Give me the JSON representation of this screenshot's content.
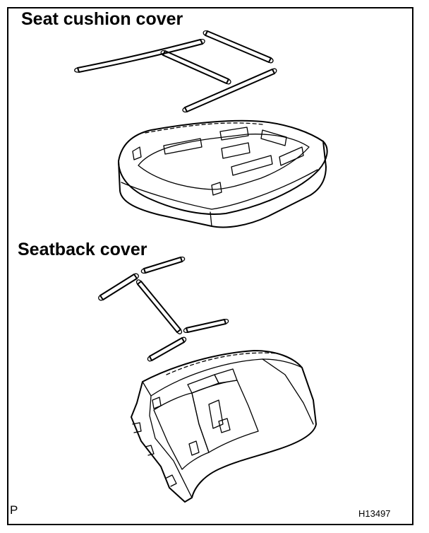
{
  "labels": {
    "seat_cushion": "Seat cushion cover",
    "seatback": "Seatback cover",
    "corner_left": "P",
    "corner_right": "H13497"
  }
}
